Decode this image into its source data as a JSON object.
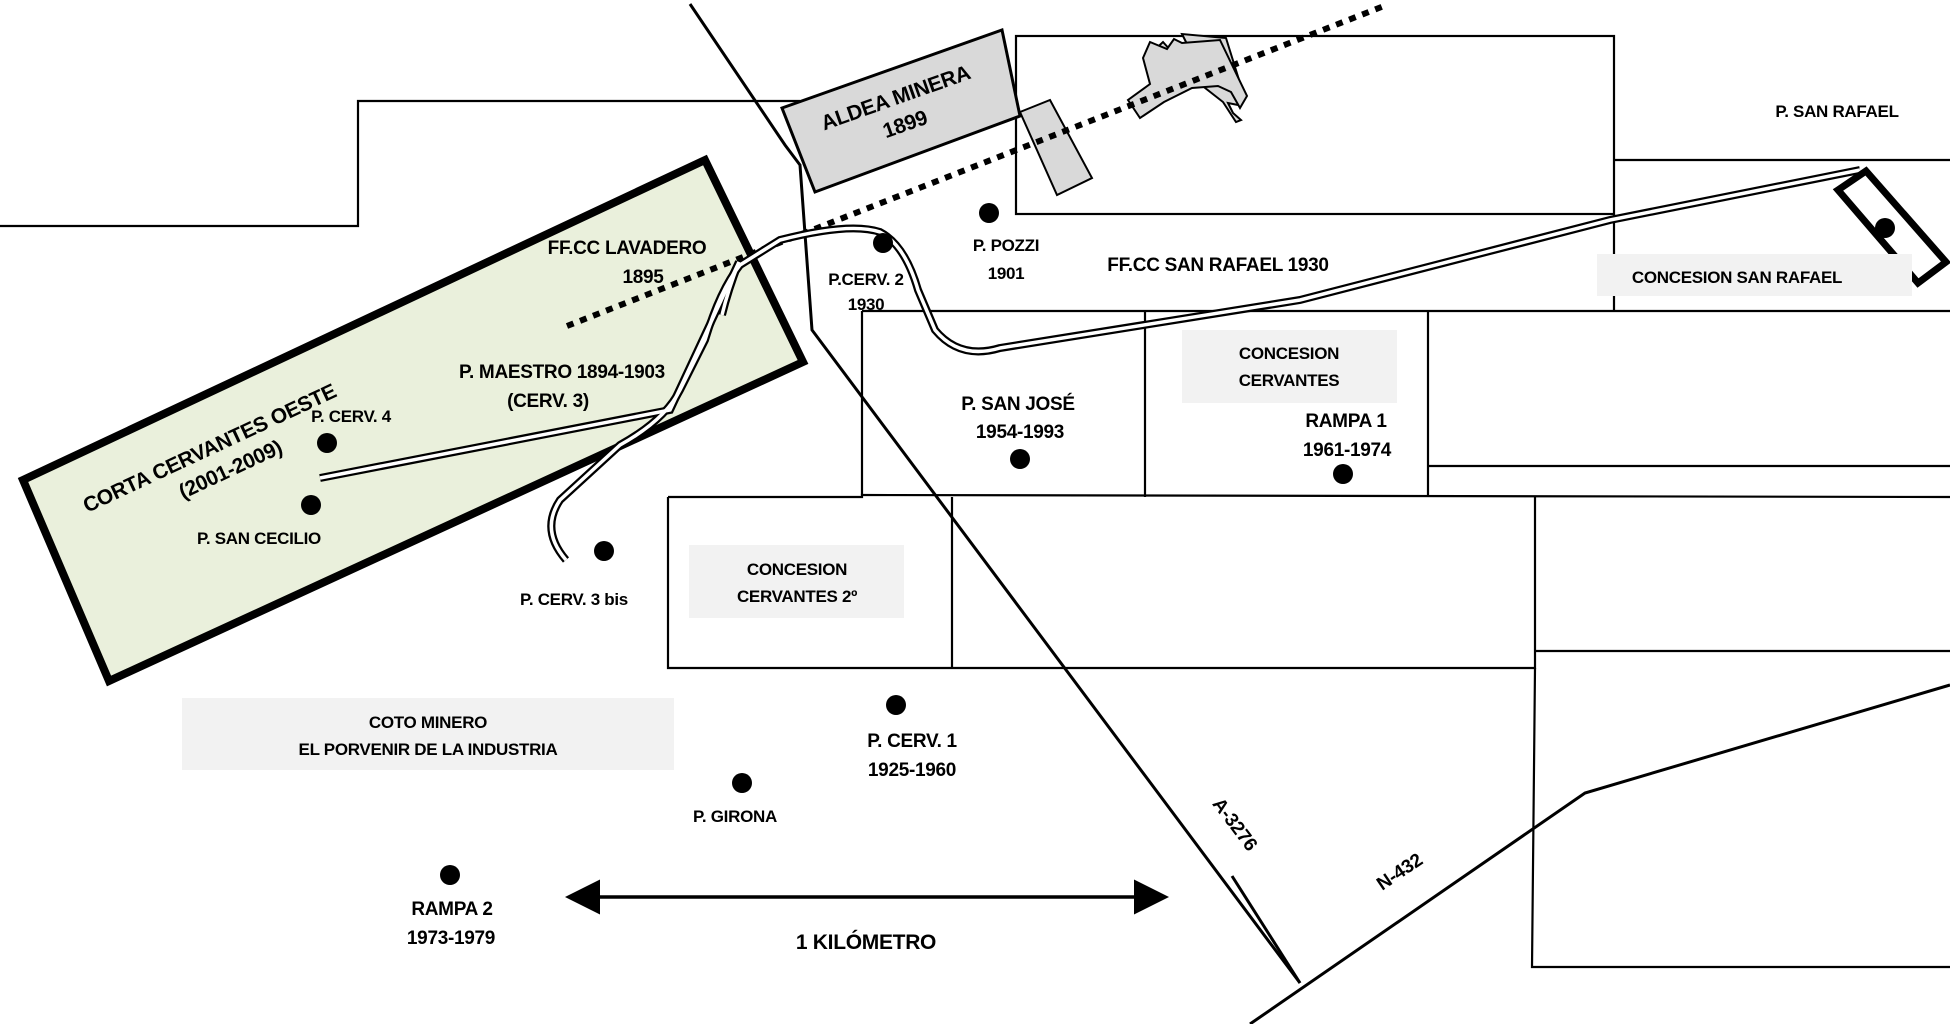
{
  "colors": {
    "line": "#000000",
    "corta_fill": "#eaf0dc",
    "building_fill": "#d9d9d9",
    "label_box": "#f2f2f2"
  },
  "labels": {
    "aldea_minera_1": "ALDEA MINERA",
    "aldea_minera_2": "1899",
    "corta_1": "CORTA CERVANTES OESTE",
    "corta_2": "(2001-2009)",
    "ffcc_lavadero_1": "FF.CC LAVADERO",
    "ffcc_lavadero_2": "1895",
    "ffcc_san_rafael": "FF.CC  SAN RAFAEL 1930",
    "p_san_rafael": "P. SAN RAFAEL",
    "concesion_san_rafael": "CONCESION SAN RAFAEL",
    "concesion_cervantes_1": "CONCESION",
    "concesion_cervantes_2": "CERVANTES",
    "concesion_cervantes2_1": "CONCESION",
    "concesion_cervantes2_2": "CERVANTES 2º",
    "coto_minero_1": "COTO MINERO",
    "coto_minero_2": "EL PORVENIR DE LA INDUSTRIA",
    "p_pozzi_1": "P. POZZI",
    "p_pozzi_2": "1901",
    "p_cerv2_1": "P.CERV. 2",
    "p_cerv2_2": "1930",
    "p_maestro_1": "P. MAESTRO 1894-1903",
    "p_maestro_2": "(CERV. 3)",
    "p_cerv4": "P. CERV. 4",
    "p_san_cecilio": "P. SAN CECILIO",
    "p_cerv3bis": "P. CERV. 3 bis",
    "p_san_jose_1": "P. SAN JOSÉ",
    "p_san_jose_2": "1954-1993",
    "rampa1_1": "RAMPA 1",
    "rampa1_2": "1961-1974",
    "p_cerv1_1": "P. CERV. 1",
    "p_cerv1_2": "1925-1960",
    "p_girona": "P. GIRONA",
    "rampa2_1": "RAMPA 2",
    "rampa2_2": "1973-1979",
    "scale": "1 KILÓMETRO",
    "road_a3276": "A-3276",
    "road_n432": "N-432"
  }
}
